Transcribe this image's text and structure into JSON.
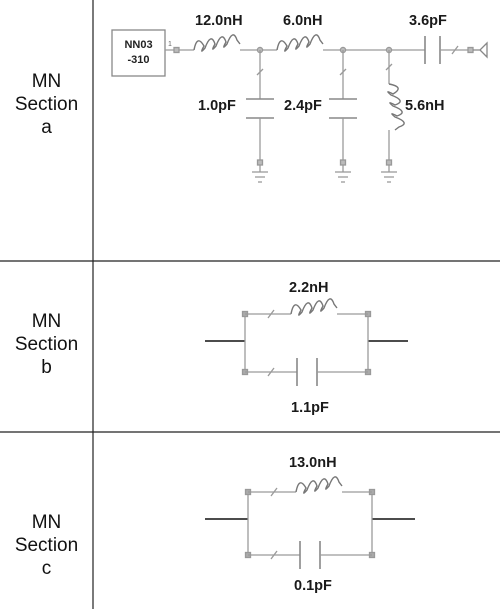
{
  "sections": [
    {
      "label_lines": [
        "MN",
        "Section",
        "a"
      ]
    },
    {
      "label_lines": [
        "MN",
        "Section",
        "b"
      ]
    },
    {
      "label_lines": [
        "MN",
        "Section",
        "c"
      ]
    }
  ],
  "section_a": {
    "chip_lines": [
      "NN03",
      "-310"
    ],
    "pin_number": "1",
    "series_inductor_1": "12.0nH",
    "series_inductor_2": "6.0nH",
    "shunt_capacitor_1": "1.0pF",
    "shunt_capacitor_2": "2.4pF",
    "shunt_inductor": "5.6nH",
    "series_capacitor": "3.6pF"
  },
  "section_b": {
    "inductor": "2.2nH",
    "capacitor": "1.1pF"
  },
  "section_c": {
    "inductor": "13.0nH",
    "capacitor": "0.1pF"
  },
  "colors": {
    "wire": "#9a9a9a",
    "lead": "#111111",
    "node": "#a8a8a8",
    "border": "#222222"
  }
}
